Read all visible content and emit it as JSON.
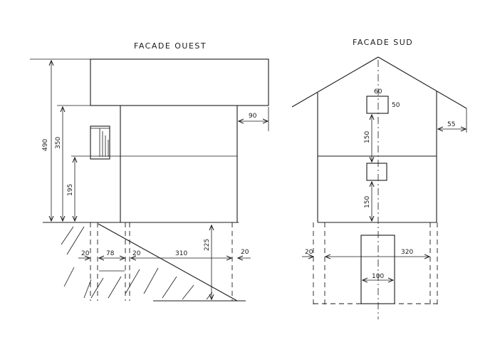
{
  "west": {
    "title": "FACADE OUEST",
    "dims": {
      "total_height": "490",
      "upper_height": "350",
      "lower_height": "195",
      "overhang": "90",
      "left_gap": "20",
      "window_width": "78",
      "mid_gap": "20",
      "run": "310",
      "right_gap": "20",
      "slope_height": "225"
    }
  },
  "south": {
    "title": "FACADE SUD",
    "dims": {
      "window_width": "60",
      "window_height": "50",
      "eave": "55",
      "upper_spacing": "150",
      "lower_spacing": "150",
      "left_gap": "20",
      "width": "320",
      "door_width": "100"
    }
  }
}
